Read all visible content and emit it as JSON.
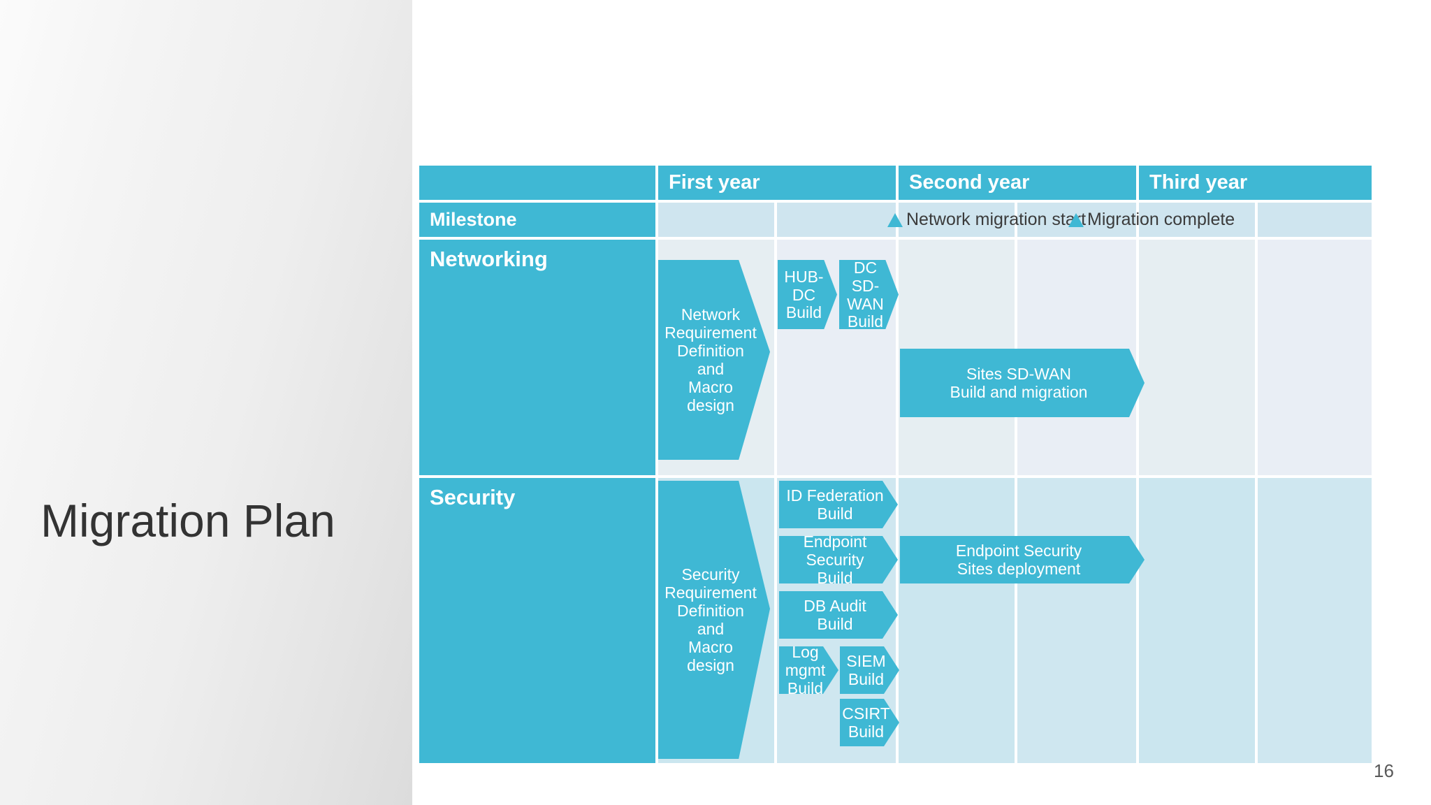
{
  "slide": {
    "title": "Migration Plan",
    "page_number": "16"
  },
  "theme": {
    "accent": "#3FB8D4",
    "milestone_row_bg": "#cfe5ef",
    "networking_row_bg": "#e9eff4",
    "security_row_bg": "#cde7ef",
    "text_on_accent": "#ffffff",
    "title_color": "#333333"
  },
  "chart_data": {
    "type": "table",
    "title": "Migration Plan",
    "timeline_headers": [
      "",
      "First year",
      "Second year",
      "Third year"
    ],
    "row_labels": [
      "Milestone",
      "Networking",
      "Security"
    ],
    "columns": 6,
    "column_span_note": "Each year spans 2 half-year sub-columns",
    "milestones": [
      {
        "label": "Network migration start",
        "marker": "triangle-up",
        "position_col": 2.9
      },
      {
        "label": "Migration complete",
        "marker": "triangle-up",
        "position_col": 4.0
      }
    ],
    "bands": [
      {
        "name": "Networking",
        "tasks": [
          {
            "label": "Network\nRequirement\nDefinition\nand\nMacro design",
            "shape": "taper",
            "start_col": 0.0,
            "end_col": 0.92
          },
          {
            "label": "HUB-DC\nBuild",
            "shape": "taper",
            "start_col": 0.95,
            "end_col": 1.35
          },
          {
            "label": "DC\nSD-WAN\nBuild",
            "shape": "taper",
            "start_col": 1.38,
            "end_col": 1.8
          },
          {
            "label": "Sites SD-WAN\nBuild and migration",
            "shape": "arrow",
            "start_col": 2.0,
            "end_col": 3.55
          }
        ]
      },
      {
        "name": "Security",
        "tasks": [
          {
            "label": "Security\nRequirement\nDefinition\nand\nMacro design",
            "shape": "taper",
            "start_col": 0.0,
            "end_col": 0.92
          },
          {
            "label": "ID Federation\nBuild",
            "shape": "arrow",
            "start_col": 0.97,
            "end_col": 1.8
          },
          {
            "label": "Endpoint Security\nBuild",
            "shape": "arrow",
            "start_col": 0.97,
            "end_col": 1.8
          },
          {
            "label": "DB Audit\nBuild",
            "shape": "arrow",
            "start_col": 0.97,
            "end_col": 1.8
          },
          {
            "label": "Log mgmt\nBuild",
            "shape": "arrow",
            "start_col": 0.97,
            "end_col": 1.38
          },
          {
            "label": "SIEM\nBuild",
            "shape": "arrow",
            "start_col": 1.4,
            "end_col": 1.8
          },
          {
            "label": "CSIRT\nBuild",
            "shape": "arrow",
            "start_col": 1.4,
            "end_col": 1.8
          },
          {
            "label": "Endpoint Security\nSites deployment",
            "shape": "arrow",
            "start_col": 2.0,
            "end_col": 3.55
          }
        ]
      }
    ]
  },
  "table": {
    "header": {
      "corner": "",
      "year1": "First year",
      "year2": "Second year",
      "year3": "Third year"
    },
    "milestone": {
      "label": "Milestone",
      "marker1": "Network migration start",
      "marker2": "Migration complete"
    },
    "networking": {
      "label": "Networking",
      "t1": "Network\nRequirement\nDefinition\nand\nMacro design",
      "t2": "HUB-DC\nBuild",
      "t3": "DC\nSD-WAN\nBuild",
      "t4": "Sites SD-WAN\nBuild and migration"
    },
    "security": {
      "label": "Security",
      "t1": "Security\nRequirement\nDefinition\nand\nMacro design",
      "t2": "ID Federation\nBuild",
      "t3": "Endpoint Security\nBuild",
      "t4": "DB Audit\nBuild",
      "t5": "Log mgmt\nBuild",
      "t6": "SIEM\nBuild",
      "t7": "CSIRT\nBuild",
      "t8": "Endpoint Security\nSites deployment"
    }
  }
}
